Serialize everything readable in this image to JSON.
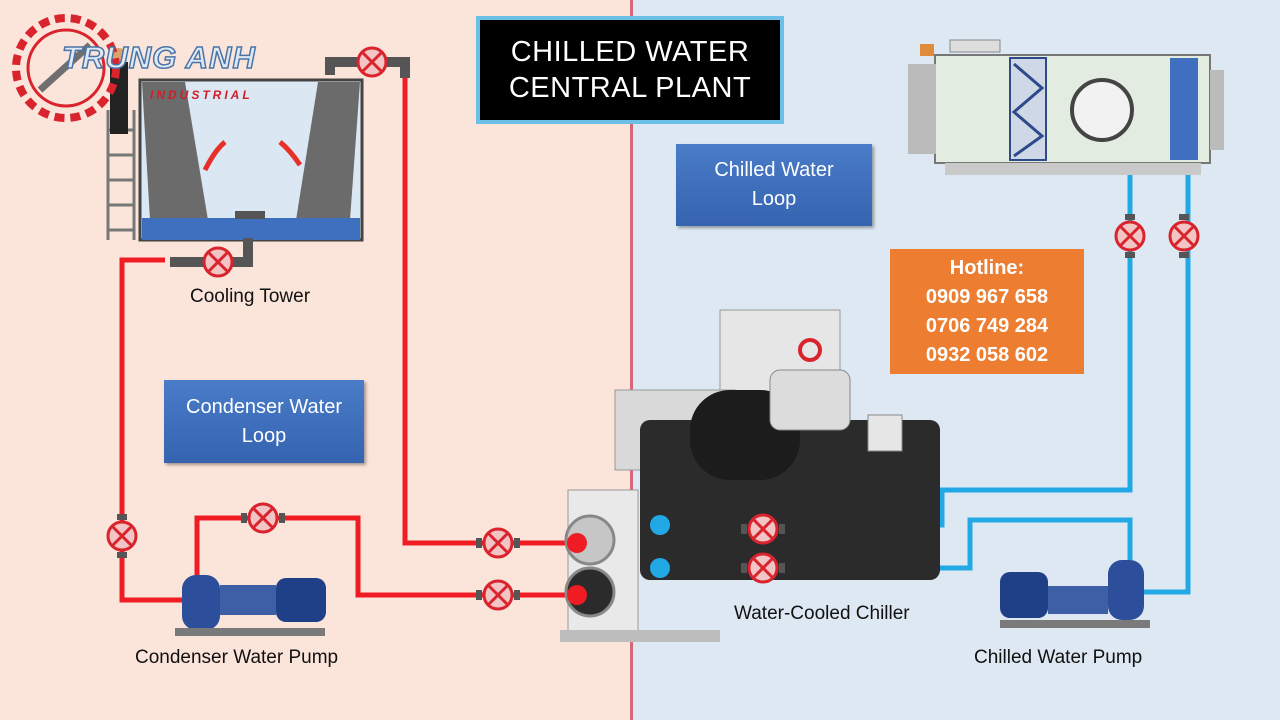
{
  "title": {
    "line1": "CHILLED WATER",
    "line2": "CENTRAL PLANT"
  },
  "loops": {
    "chilled": {
      "line1": "Chilled Water",
      "line2": "Loop"
    },
    "condenser": {
      "line1": "Condenser Water",
      "line2": "Loop"
    }
  },
  "hotline": {
    "label": "Hotline:",
    "numbers": [
      "0909 967 658",
      "0706 749 284",
      "0932 058 602"
    ]
  },
  "labels": {
    "cooling_tower": "Cooling Tower",
    "condenser_pump": "Condenser Water Pump",
    "chiller": "Water-Cooled Chiller",
    "chilled_pump": "Chilled Water Pump"
  },
  "logo": {
    "name": "TRUNG ANH",
    "tagline": "INDUSTRIAL"
  },
  "colors": {
    "condenser_pipe": "#f01c24",
    "chilled_pipe": "#23a8e6",
    "valve": "#d9232d",
    "hotline_bg": "#ec7d31",
    "loop_box": "#3f6fbf"
  }
}
